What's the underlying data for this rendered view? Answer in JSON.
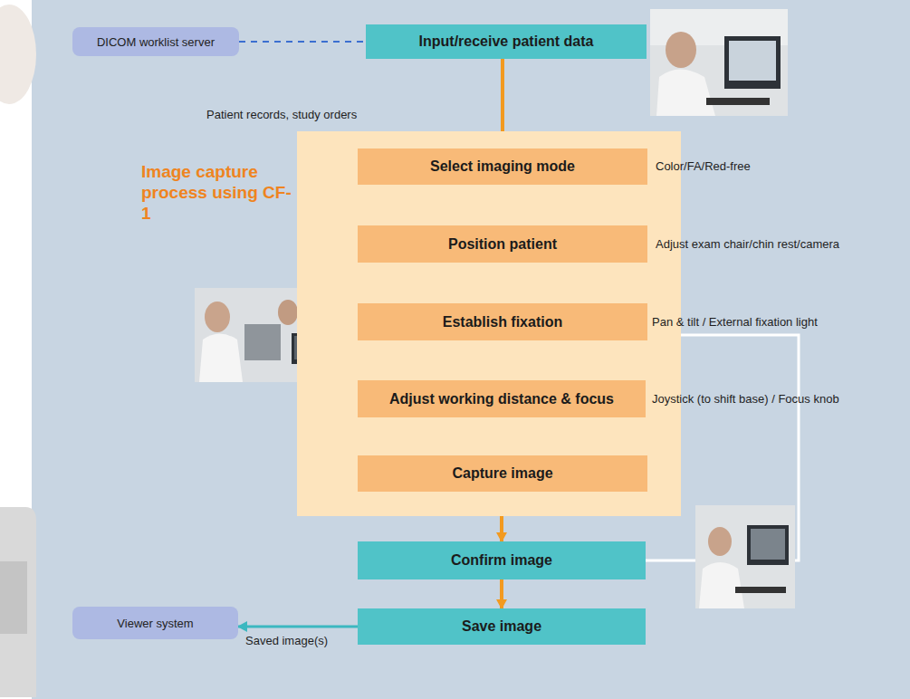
{
  "diagram": {
    "nodes": [
      {
        "text": [
          "DICOM worklist server"
        ]
      },
      {
        "text": [
          "Input/receive patient data"
        ]
      },
      {
        "text": [
          "Image capture process using CF-1"
        ]
      },
      {
        "text": [
          "Select imaging mode"
        ],
        "in": 2
      },
      {
        "text": [
          "Position patient"
        ],
        "in": 2
      },
      {
        "text": [
          "Establish fixation"
        ],
        "in": 2
      },
      {
        "text": [
          "Adjust working distance & focus"
        ],
        "in": 2
      },
      {
        "text": [
          "Capture image"
        ],
        "in": 2
      },
      {
        "text": [
          "Confirm image"
        ]
      },
      {
        "text": [
          "Save image"
        ]
      },
      {
        "text": [
          "Viewer system"
        ]
      }
    ],
    "edges": [
      {
        "from": 0,
        "to": 1,
        "arrow": "none"
      },
      {
        "from": 1,
        "to": 3,
        "arrow": "to"
      },
      {
        "from": 3,
        "to": 4,
        "arrow": "to"
      },
      {
        "from": 4,
        "to": 5,
        "arrow": "to"
      },
      {
        "from": 5,
        "to": 6,
        "arrow": "to"
      },
      {
        "from": 6,
        "to": 7,
        "arrow": "to"
      },
      {
        "from": 7,
        "to": 8,
        "arrow": "to"
      },
      {
        "from": 8,
        "to": 9,
        "arrow": "to"
      },
      {
        "from": 9,
        "to": 10,
        "label": "Saved image(s)",
        "arrow": "to"
      },
      {
        "from": 8,
        "to": 5,
        "arrow": "to"
      }
    ],
    "labels": [
      "Patient records, study orders",
      "Color/FA/Red-free",
      "Adjust exam chair/chin rest/camera",
      "Pan & tilt / External fixation light",
      "Joystick (to shift base) / Focus knob"
    ]
  }
}
